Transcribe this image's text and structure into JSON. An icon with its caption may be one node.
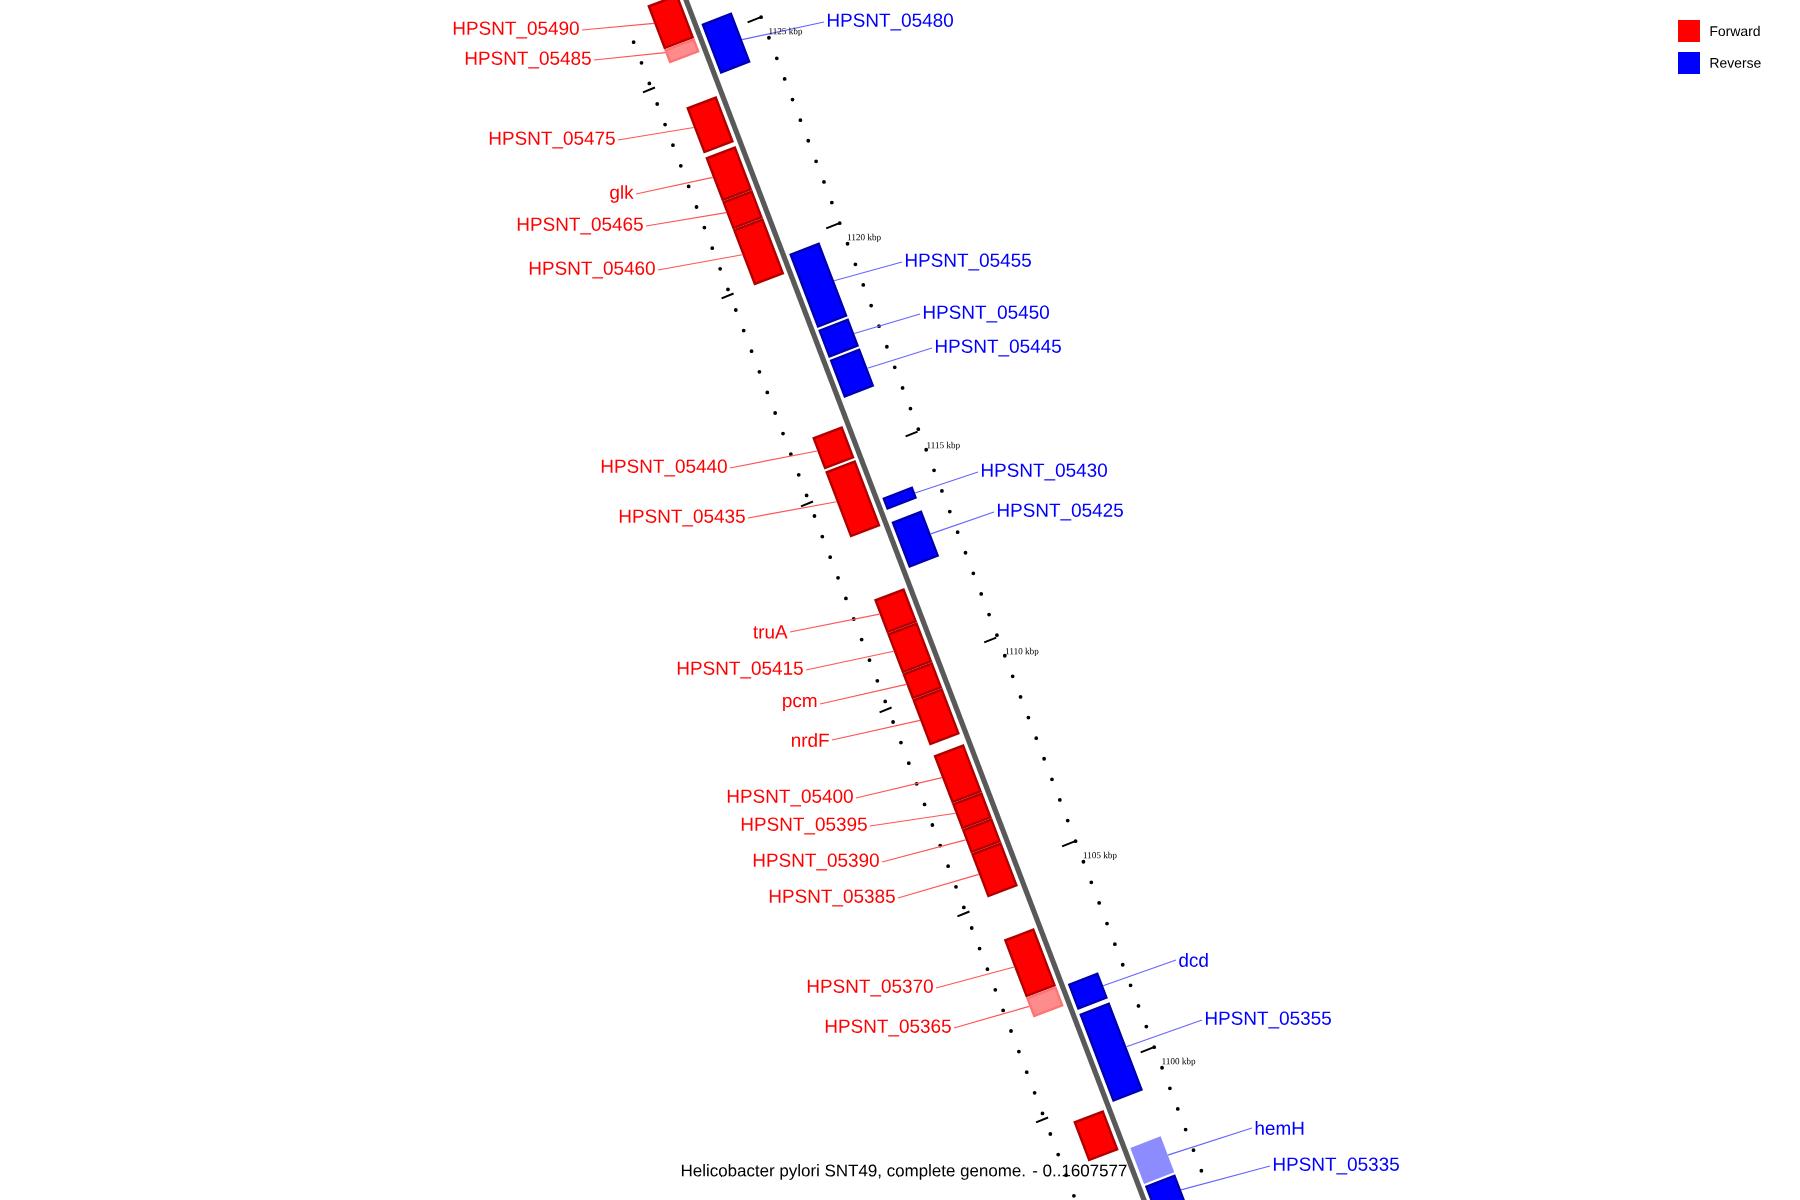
{
  "diagram": {
    "caption": "Helicobacter pylori SNT49, complete genome. - 0..1607577",
    "nodes": [
      {
        "text": [
          "HPSNT_05490"
        ]
      },
      {
        "text": [],
        "shape": "bar"
      },
      {
        "text": [
          "HPSNT_05480"
        ]
      },
      {
        "text": [],
        "shape": "bar"
      },
      {
        "text": [
          "HPSNT_05485"
        ]
      },
      {
        "text": [],
        "shape": "bar"
      },
      {
        "text": [
          "HPSNT_05475"
        ]
      },
      {
        "text": [],
        "shape": "bar"
      },
      {
        "text": [
          "glk"
        ]
      },
      {
        "text": [],
        "shape": "bar"
      },
      {
        "text": [
          "HPSNT_05465"
        ]
      },
      {
        "text": [],
        "shape": "bar"
      },
      {
        "text": [
          "HPSNT_05460"
        ]
      },
      {
        "text": [],
        "shape": "bar"
      },
      {
        "text": [
          "HPSNT_05455"
        ]
      },
      {
        "text": [],
        "shape": "bar"
      },
      {
        "text": [
          "HPSNT_05450"
        ]
      },
      {
        "text": [],
        "shape": "bar"
      },
      {
        "text": [
          "HPSNT_05445"
        ]
      },
      {
        "text": [],
        "shape": "bar"
      },
      {
        "text": [
          "HPSNT_05440"
        ]
      },
      {
        "text": [],
        "shape": "bar"
      },
      {
        "text": [
          "HPSNT_05435"
        ]
      },
      {
        "text": [],
        "shape": "bar"
      },
      {
        "text": [
          "HPSNT_05430"
        ]
      },
      {
        "text": [],
        "shape": "bar"
      },
      {
        "text": [
          "HPSNT_05425"
        ]
      },
      {
        "text": [],
        "shape": "bar"
      },
      {
        "text": [
          "truA"
        ]
      },
      {
        "text": [],
        "shape": "bar"
      },
      {
        "text": [
          "HPSNT_05415"
        ]
      },
      {
        "text": [],
        "shape": "bar"
      },
      {
        "text": [
          "pcm"
        ]
      },
      {
        "text": [],
        "shape": "bar"
      },
      {
        "text": [
          "nrdF"
        ]
      },
      {
        "text": [],
        "shape": "bar"
      },
      {
        "text": [
          "HPSNT_05400"
        ]
      },
      {
        "text": [],
        "shape": "bar"
      },
      {
        "text": [
          "HPSNT_05395"
        ]
      },
      {
        "text": [],
        "shape": "bar"
      },
      {
        "text": [
          "HPSNT_05390"
        ]
      },
      {
        "text": [],
        "shape": "bar"
      },
      {
        "text": [
          "HPSNT_05385"
        ]
      },
      {
        "text": [],
        "shape": "bar"
      },
      {
        "text": [
          "HPSNT_05370"
        ]
      },
      {
        "text": [],
        "shape": "bar"
      },
      {
        "text": [
          "HPSNT_05365"
        ]
      },
      {
        "text": [],
        "shape": "bar"
      },
      {
        "text": [
          "dcd"
        ]
      },
      {
        "text": [],
        "shape": "bar"
      },
      {
        "text": [
          "HPSNT_05355"
        ]
      },
      {
        "text": [],
        "shape": "bar"
      },
      {
        "text": [],
        "shape": "bar"
      },
      {
        "text": [
          "hemH"
        ]
      },
      {
        "text": [],
        "shape": "bar"
      },
      {
        "text": [
          "HPSNT_05335"
        ]
      },
      {
        "text": [],
        "shape": "bar"
      }
    ],
    "edges": [
      {
        "from": 0,
        "to": 1,
        "arrow": "none"
      },
      {
        "from": 2,
        "to": 3,
        "arrow": "none",
        "color": "#6666ff"
      },
      {
        "from": 4,
        "to": 5,
        "arrow": "none"
      },
      {
        "from": 6,
        "to": 7,
        "arrow": "none"
      },
      {
        "from": 8,
        "to": 9,
        "arrow": "none"
      },
      {
        "from": 10,
        "to": 11,
        "arrow": "none"
      },
      {
        "from": 12,
        "to": 13,
        "arrow": "none"
      },
      {
        "from": 14,
        "to": 15,
        "arrow": "none",
        "color": "#6666ff"
      },
      {
        "from": 16,
        "to": 17,
        "arrow": "none",
        "color": "#6666ff"
      },
      {
        "from": 18,
        "to": 19,
        "arrow": "none",
        "color": "#6666ff"
      },
      {
        "from": 20,
        "to": 21,
        "arrow": "none"
      },
      {
        "from": 22,
        "to": 23,
        "arrow": "none"
      },
      {
        "from": 24,
        "to": 25,
        "arrow": "none",
        "color": "#6666ff"
      },
      {
        "from": 26,
        "to": 27,
        "arrow": "none",
        "color": "#6666ff"
      },
      {
        "from": 28,
        "to": 29,
        "arrow": "none"
      },
      {
        "from": 30,
        "to": 31,
        "arrow": "none"
      },
      {
        "from": 32,
        "to": 33,
        "arrow": "none"
      },
      {
        "from": 34,
        "to": 35,
        "arrow": "none"
      },
      {
        "from": 36,
        "to": 37,
        "arrow": "none"
      },
      {
        "from": 38,
        "to": 39,
        "arrow": "none"
      },
      {
        "from": 40,
        "to": 41,
        "arrow": "none"
      },
      {
        "from": 42,
        "to": 43,
        "arrow": "none"
      },
      {
        "from": 44,
        "to": 45,
        "arrow": "none"
      },
      {
        "from": 46,
        "to": 47,
        "arrow": "none"
      },
      {
        "from": 48,
        "to": 49,
        "arrow": "none",
        "color": "#6666ff"
      },
      {
        "from": 50,
        "to": 51,
        "arrow": "none",
        "color": "#6666ff"
      },
      {
        "from": 53,
        "to": 54,
        "arrow": "none",
        "color": "#6666ff"
      },
      {
        "from": 55,
        "to": 56,
        "arrow": "none",
        "color": "#6666ff"
      }
    ],
    "labels": [
      "1125 kbp",
      "1120 kbp",
      "1115 kbp",
      "1110 kbp",
      "1105 kbp",
      "1100 kbp"
    ],
    "legend": [
      {
        "text": "Forward",
        "color": "#ff0000"
      },
      {
        "text": "Reverse",
        "color": "#0000ff"
      }
    ]
  }
}
